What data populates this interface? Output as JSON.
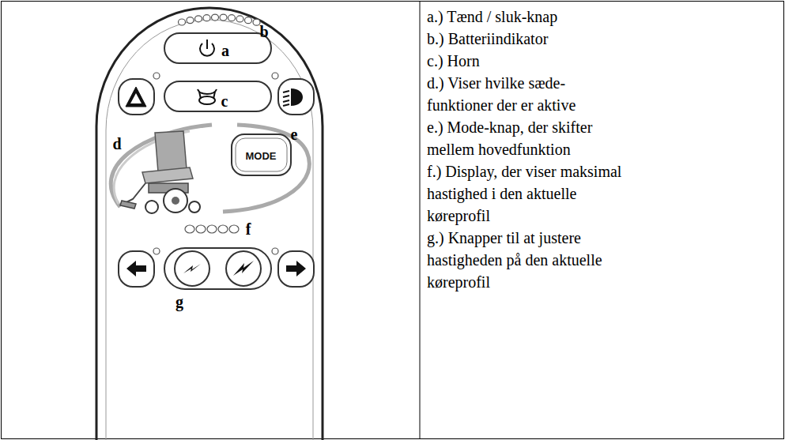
{
  "diagram": {
    "labels": [
      "b",
      "a",
      "c",
      "d",
      "e",
      "MODE",
      "f",
      "g",
      "a.) Tænd / sluk-knap",
      "b.) Batteriindikator",
      "c.) Horn",
      "d.) Viser hvilke sæde- funktioner der er aktive",
      "e.) Mode-knap, der skifter mellem hovedfunktion",
      "f.) Display, der viser maksimal hastighed i den aktuelle køreprofil",
      "g.) Knapper til at justere hastigheden på den aktuelle køreprofil"
    ]
  }
}
